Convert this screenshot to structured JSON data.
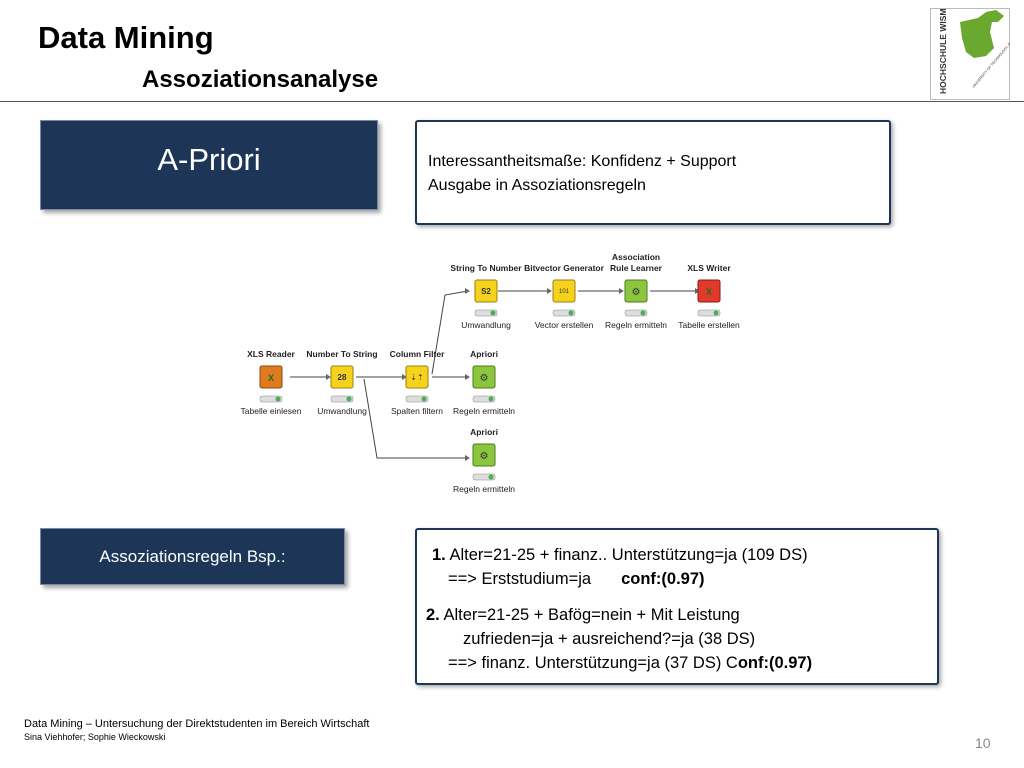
{
  "header": {
    "title": "Data Mining",
    "subtitle": "Assoziationsanalyse"
  },
  "logo": {
    "text": "HOCHSCHULE WISMAR",
    "small_text": "UNIVERSITY OF TECHNOLOGY, BUSINESS AND DESIGN",
    "color": "#6aa82f"
  },
  "apriori_box": {
    "label": "A-Priori"
  },
  "info_box": {
    "line1": "Interessantheitsmaße: Konfidenz + Support",
    "line2": "Ausgabe in Assoziationsregeln"
  },
  "workflow": {
    "nodes": [
      {
        "id": "xls-reader",
        "title": "XLS Reader",
        "status": "Tabelle einlesen",
        "color": "#e07a1e",
        "glyph": "X"
      },
      {
        "id": "number-to-string",
        "title": "Number To String",
        "status": "Umwandlung",
        "color": "#f5d21c",
        "glyph": "28"
      },
      {
        "id": "column-filter",
        "title": "Column Filter",
        "status": "Spalten filtern",
        "color": "#f5d21c",
        "glyph": "⇣⇡"
      },
      {
        "id": "apriori-1",
        "title": "Apriori",
        "status": "Regeln ermitteln",
        "color": "#8cc63f",
        "glyph": "⚙"
      },
      {
        "id": "string-to-number",
        "title": "String To Number",
        "status": "Umwandlung",
        "color": "#f5d21c",
        "glyph": "S2"
      },
      {
        "id": "bitvector-generator",
        "title": "Bitvector Generator",
        "status": "Vector erstellen",
        "color": "#f5d21c",
        "glyph": "101"
      },
      {
        "id": "association-rule-learner",
        "title_line1": "Association",
        "title_line2": "Rule Learner",
        "status": "Regeln ermitteln",
        "color": "#8cc63f",
        "glyph": "⚙"
      },
      {
        "id": "xls-writer",
        "title": "XLS Writer",
        "status": "Tabelle erstellen",
        "color": "#e03a2a",
        "glyph": "X"
      },
      {
        "id": "apriori-2",
        "title": "Apriori",
        "status": "Regeln ermitteln",
        "color": "#8cc63f",
        "glyph": "⚙"
      }
    ]
  },
  "example_box": {
    "label": "Assoziationsregeln Bsp.:"
  },
  "rules": {
    "r1_num": "1.",
    "r1_text": " Alter=21-25 + finanz.. Unterstützung=ja (109 DS)",
    "r1_then": "==> Erststudium=ja",
    "r1_conf": "conf:(0.97)",
    "r2_num": "2.",
    "r2_text": " Alter=21-25 + Bafög=nein + Mit Leistung",
    "r2_cont": "zufrieden=ja + ausreichend?=ja (38 DS)",
    "r2_then": "==> finanz. Unterstützung=ja (37 DS)  C",
    "r2_conf": "onf:(0.97)"
  },
  "footer": {
    "line1": "Data Mining – Untersuchung der Direktstudenten im Bereich Wirtschaft",
    "line2": "Sina Viehhofer; Sophie Wieckowski",
    "page": "10"
  }
}
